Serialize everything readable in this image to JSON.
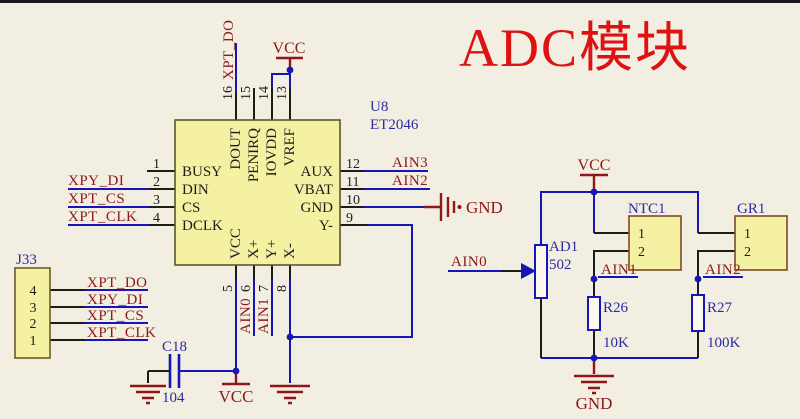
{
  "title": "ADC模块",
  "colors": {
    "background": "#f2eee1",
    "wire_blue": "#1515b8",
    "wire_black": "#1c1c1c",
    "net_label_maroon": "#8f1717",
    "component_navy": "#2b2ba2",
    "title_red": "#de1212",
    "part_fill_yellow": "#f5f1a2"
  },
  "chip": {
    "ref": "U8",
    "part": "ET2046",
    "left_pins": [
      {
        "num": "1",
        "name": "BUSY",
        "net": ""
      },
      {
        "num": "2",
        "name": "DIN",
        "net": "XPY_DI"
      },
      {
        "num": "3",
        "name": "CS",
        "net": "XPT_CS"
      },
      {
        "num": "4",
        "name": "DCLK",
        "net": "XPT_CLK"
      }
    ],
    "right_pins": [
      {
        "num": "12",
        "name": "AUX",
        "net": "AIN3"
      },
      {
        "num": "11",
        "name": "VBAT",
        "net": "AIN2"
      },
      {
        "num": "10",
        "name": "GND",
        "net": "GND"
      },
      {
        "num": "9",
        "name": "Y-",
        "net": ""
      }
    ],
    "top_pins": [
      {
        "num": "16",
        "name": "DOUT",
        "net": "XPT_DO"
      },
      {
        "num": "15",
        "name": "PENIRQ",
        "net": ""
      },
      {
        "num": "14",
        "name": "IOVDD",
        "net": "VCC"
      },
      {
        "num": "13",
        "name": "VREF",
        "net": "VCC"
      }
    ],
    "bottom_pins": [
      {
        "num": "5",
        "name": "VCC",
        "net": "VCC"
      },
      {
        "num": "6",
        "name": "X+",
        "net": "AIN0"
      },
      {
        "num": "7",
        "name": "Y+",
        "net": "AIN1"
      },
      {
        "num": "8",
        "name": "X-",
        "net": "GND"
      }
    ]
  },
  "connector": {
    "ref": "J33",
    "pins": [
      {
        "num": "4",
        "net": "XPT_DO"
      },
      {
        "num": "3",
        "net": "XPY_DI"
      },
      {
        "num": "2",
        "net": "XPT_CS"
      },
      {
        "num": "1",
        "net": "XPT_CLK"
      }
    ]
  },
  "capacitor": {
    "ref": "C18",
    "value": "104"
  },
  "potentiometer": {
    "ref": "AD1",
    "value": "502",
    "input_net": "AIN0"
  },
  "thermistor": {
    "ref": "NTC1",
    "pin1": "1",
    "pin2": "2",
    "output_net": "AIN1"
  },
  "photoresistor": {
    "ref": "GR1",
    "pin1": "1",
    "pin2": "2",
    "output_net": "AIN2"
  },
  "resistor_r26": {
    "ref": "R26",
    "value": "10K"
  },
  "resistor_r27": {
    "ref": "R27",
    "value": "100K"
  },
  "power": {
    "vcc": "VCC",
    "gnd": "GND"
  }
}
